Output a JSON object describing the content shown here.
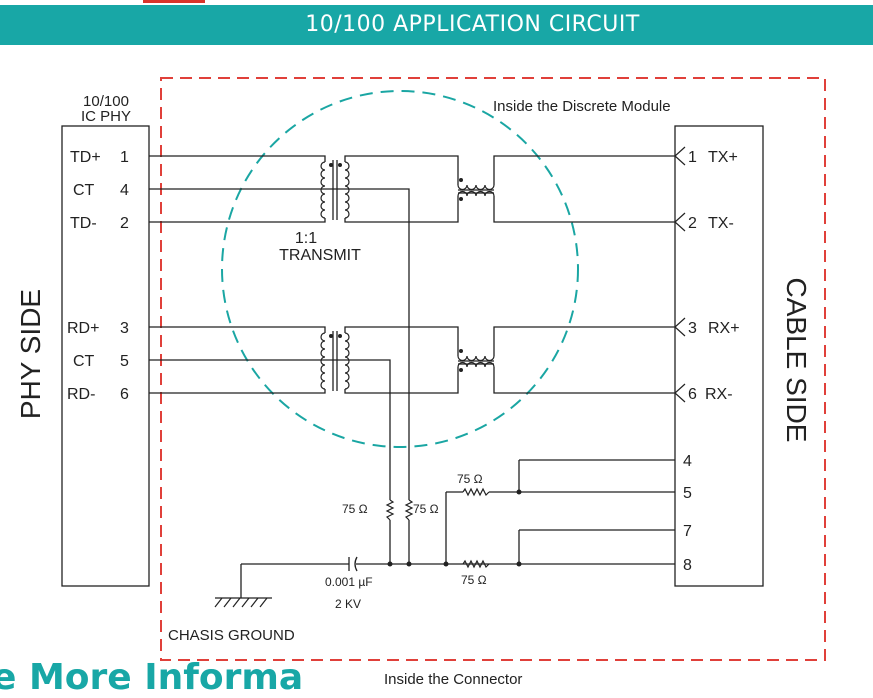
{
  "banner": {
    "title": "10/100 APPLICATION CIRCUIT"
  },
  "phy": {
    "chip_line1": "10/100",
    "chip_line2": "IC PHY",
    "side_label": "PHY SIDE",
    "pins": [
      {
        "name": "TD+",
        "num": "1"
      },
      {
        "name": "CT",
        "num": "4"
      },
      {
        "name": "TD-",
        "num": "2"
      },
      {
        "name": "RD+",
        "num": "3"
      },
      {
        "name": "CT",
        "num": "5"
      },
      {
        "name": "RD-",
        "num": "6"
      }
    ]
  },
  "cable": {
    "side_label": "CABLE SIDE",
    "pins": [
      {
        "num": "1",
        "name": "TX+"
      },
      {
        "num": "2",
        "name": "TX-"
      },
      {
        "num": "3",
        "name": "RX+"
      },
      {
        "num": "6",
        "name": "RX-"
      }
    ],
    "plain_pins": [
      "4",
      "5",
      "7",
      "8"
    ]
  },
  "module_label": "Inside the Discrete Module",
  "transformer": {
    "ratio": "1:1",
    "label": "TRANSMIT"
  },
  "resistors": {
    "r_left": "75 Ω",
    "r_mid": "75 Ω",
    "r_top": "75 Ω",
    "r_bottom": "75 Ω"
  },
  "capacitor": {
    "value": "0.001 µF",
    "voltage": "2 KV"
  },
  "ground_label": "CHASIS GROUND",
  "connector_label": "Inside the Connector",
  "footer_partial": "e More Informa",
  "colors": {
    "accent": "#18a7a6",
    "boundary": "#e0403a",
    "wire": "#222222",
    "module_circle": "#1aa6a3"
  }
}
